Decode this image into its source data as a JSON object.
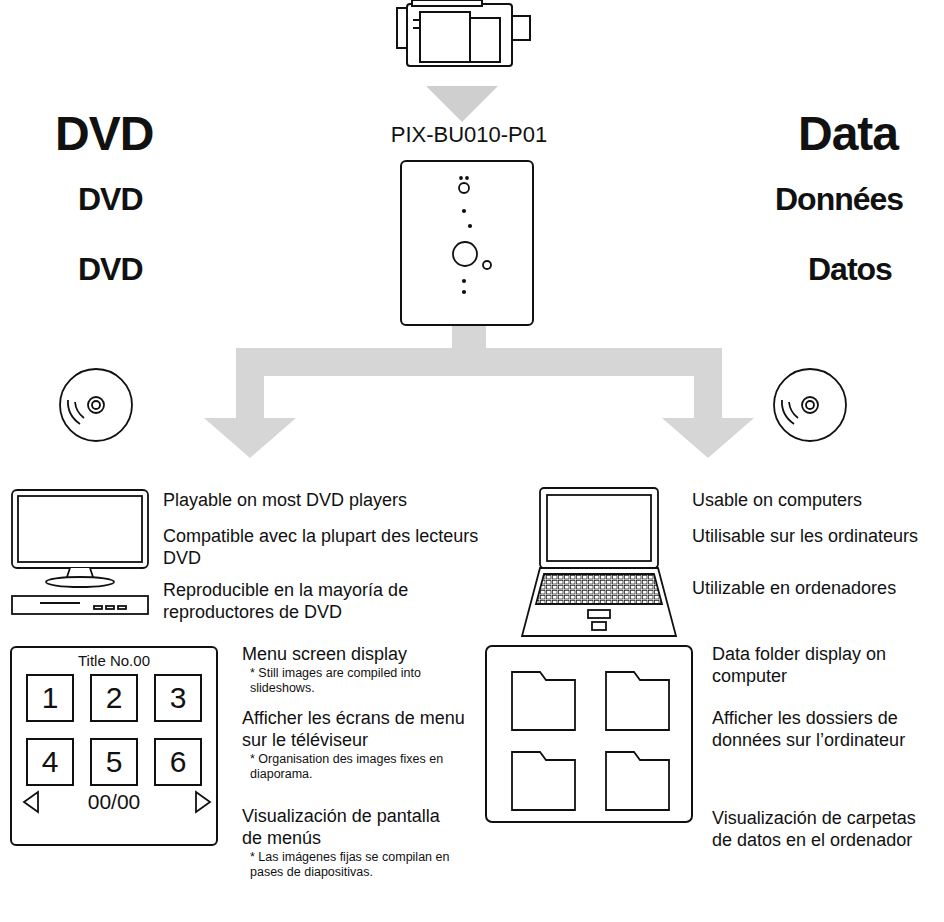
{
  "diagram": {
    "nodes": [
      {
        "text": [
          "PIX-BU010-P01"
        ]
      },
      {
        "text": [
          "Title No.00",
          "00/00"
        ]
      },
      {
        "text": [
          "1"
        ],
        "in": 1
      },
      {
        "text": [
          "2"
        ],
        "in": 1
      },
      {
        "text": [
          "3"
        ],
        "in": 1
      },
      {
        "text": [
          "4"
        ],
        "in": 1
      },
      {
        "text": [
          "5"
        ],
        "in": 1
      },
      {
        "text": [
          "6"
        ],
        "in": 1
      }
    ],
    "labels": [
      "DVD",
      "DVD",
      "DVD",
      "Data",
      "Données",
      "Datos",
      "Playable on most DVD players",
      "Compatible avec la plupart des lecteurs DVD",
      "Reproducible en la mayoría de reproductores de DVD",
      "Usable on computers",
      "Utilisable sur les ordinateurs",
      "Utilizable en ordenadores",
      "Menu screen display",
      "* Still images are compiled into slideshows.",
      "Afficher les écrans de menu sur le téléviseur",
      "* Organisation des images fixes en diaporama.",
      "Visualización de pantalla de menús",
      "* Las imágenes fijas se compilan en pases de diapositivas.",
      "Data folder display on computer",
      "Afficher les dossiers de données sur l’ordinateur",
      "Visualización de carpetas de datos en el ordenador"
    ]
  }
}
